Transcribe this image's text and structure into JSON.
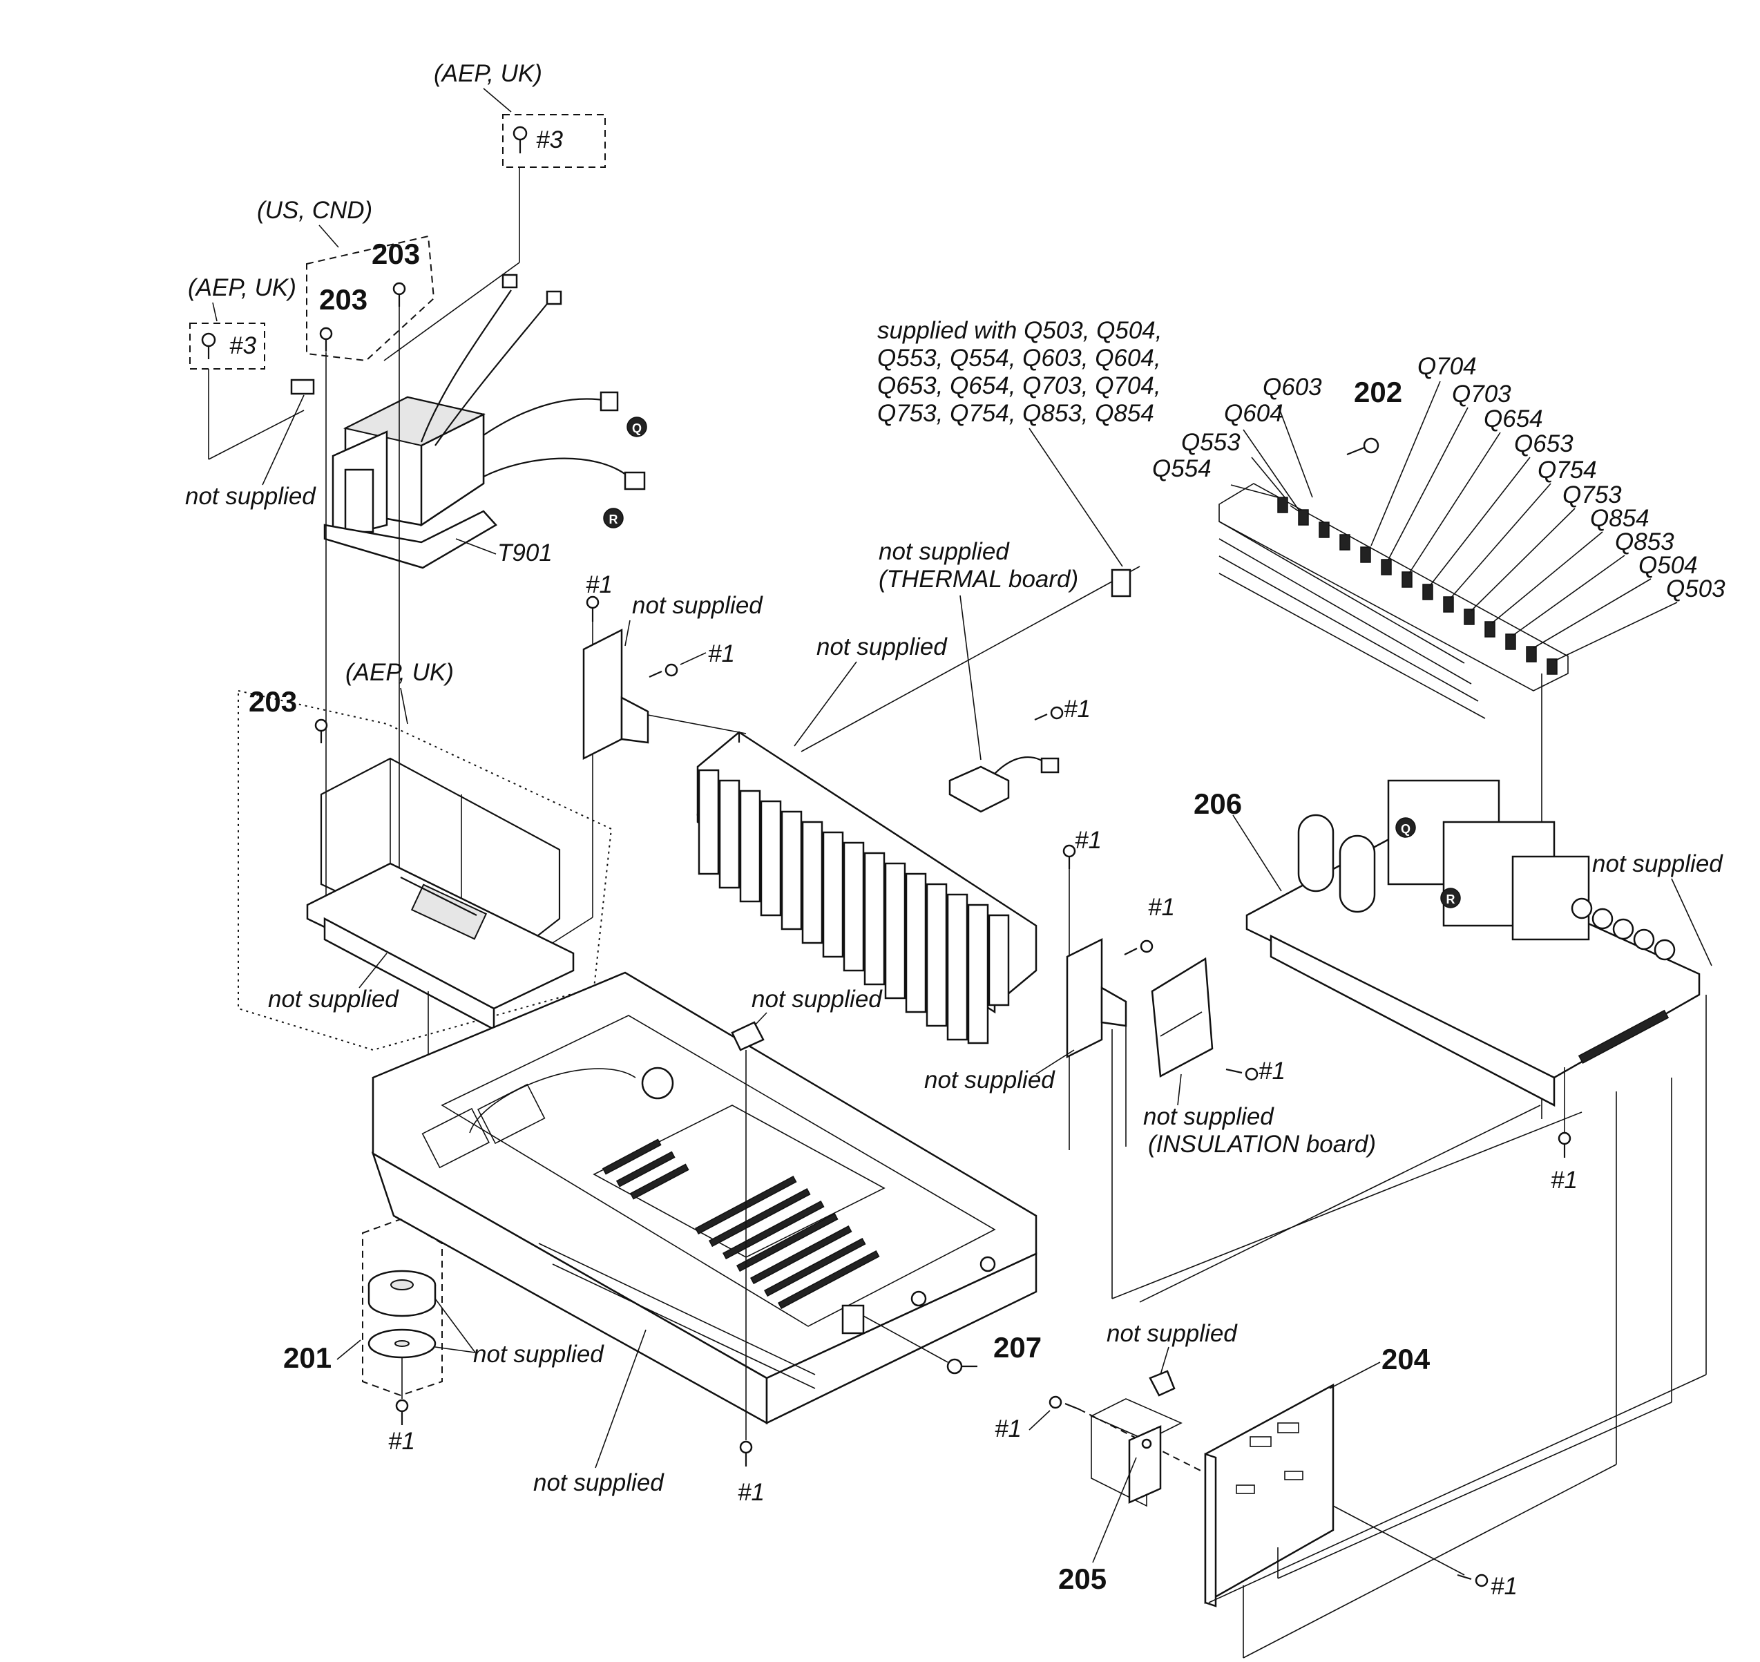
{
  "diagram": {
    "labels": {
      "aep_uk": "(AEP, UK)",
      "us_cnd": "(US, CND)",
      "screw_3": "#3",
      "screw_1": "#1",
      "not_supplied": "not supplied",
      "t901": "T901",
      "thermal_board": "(THERMAL board)",
      "insulation_board": "(INSULATION board)",
      "supplied_with": [
        "supplied with Q503, Q504,",
        "Q553, Q554, Q603, Q604,",
        "Q653, Q654, Q703, Q704,",
        "Q753, Q754, Q853, Q854"
      ],
      "connector_q": "Q",
      "connector_r": "R"
    },
    "part_numbers": [
      "201",
      "202",
      "203",
      "204",
      "205",
      "206",
      "207"
    ],
    "transistors": [
      "Q603",
      "Q604",
      "Q553",
      "Q554",
      "Q704",
      "Q703",
      "Q654",
      "Q653",
      "Q754",
      "Q753",
      "Q854",
      "Q853",
      "Q504",
      "Q503"
    ]
  }
}
